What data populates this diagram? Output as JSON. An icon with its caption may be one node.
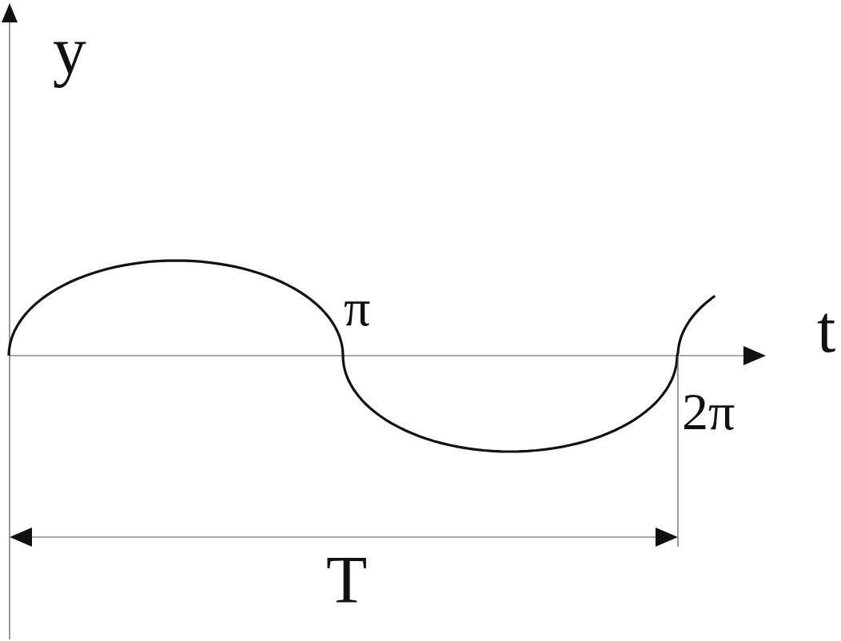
{
  "diagram": {
    "labels": [
      "y",
      "t",
      "π",
      "2π",
      "T"
    ]
  }
}
